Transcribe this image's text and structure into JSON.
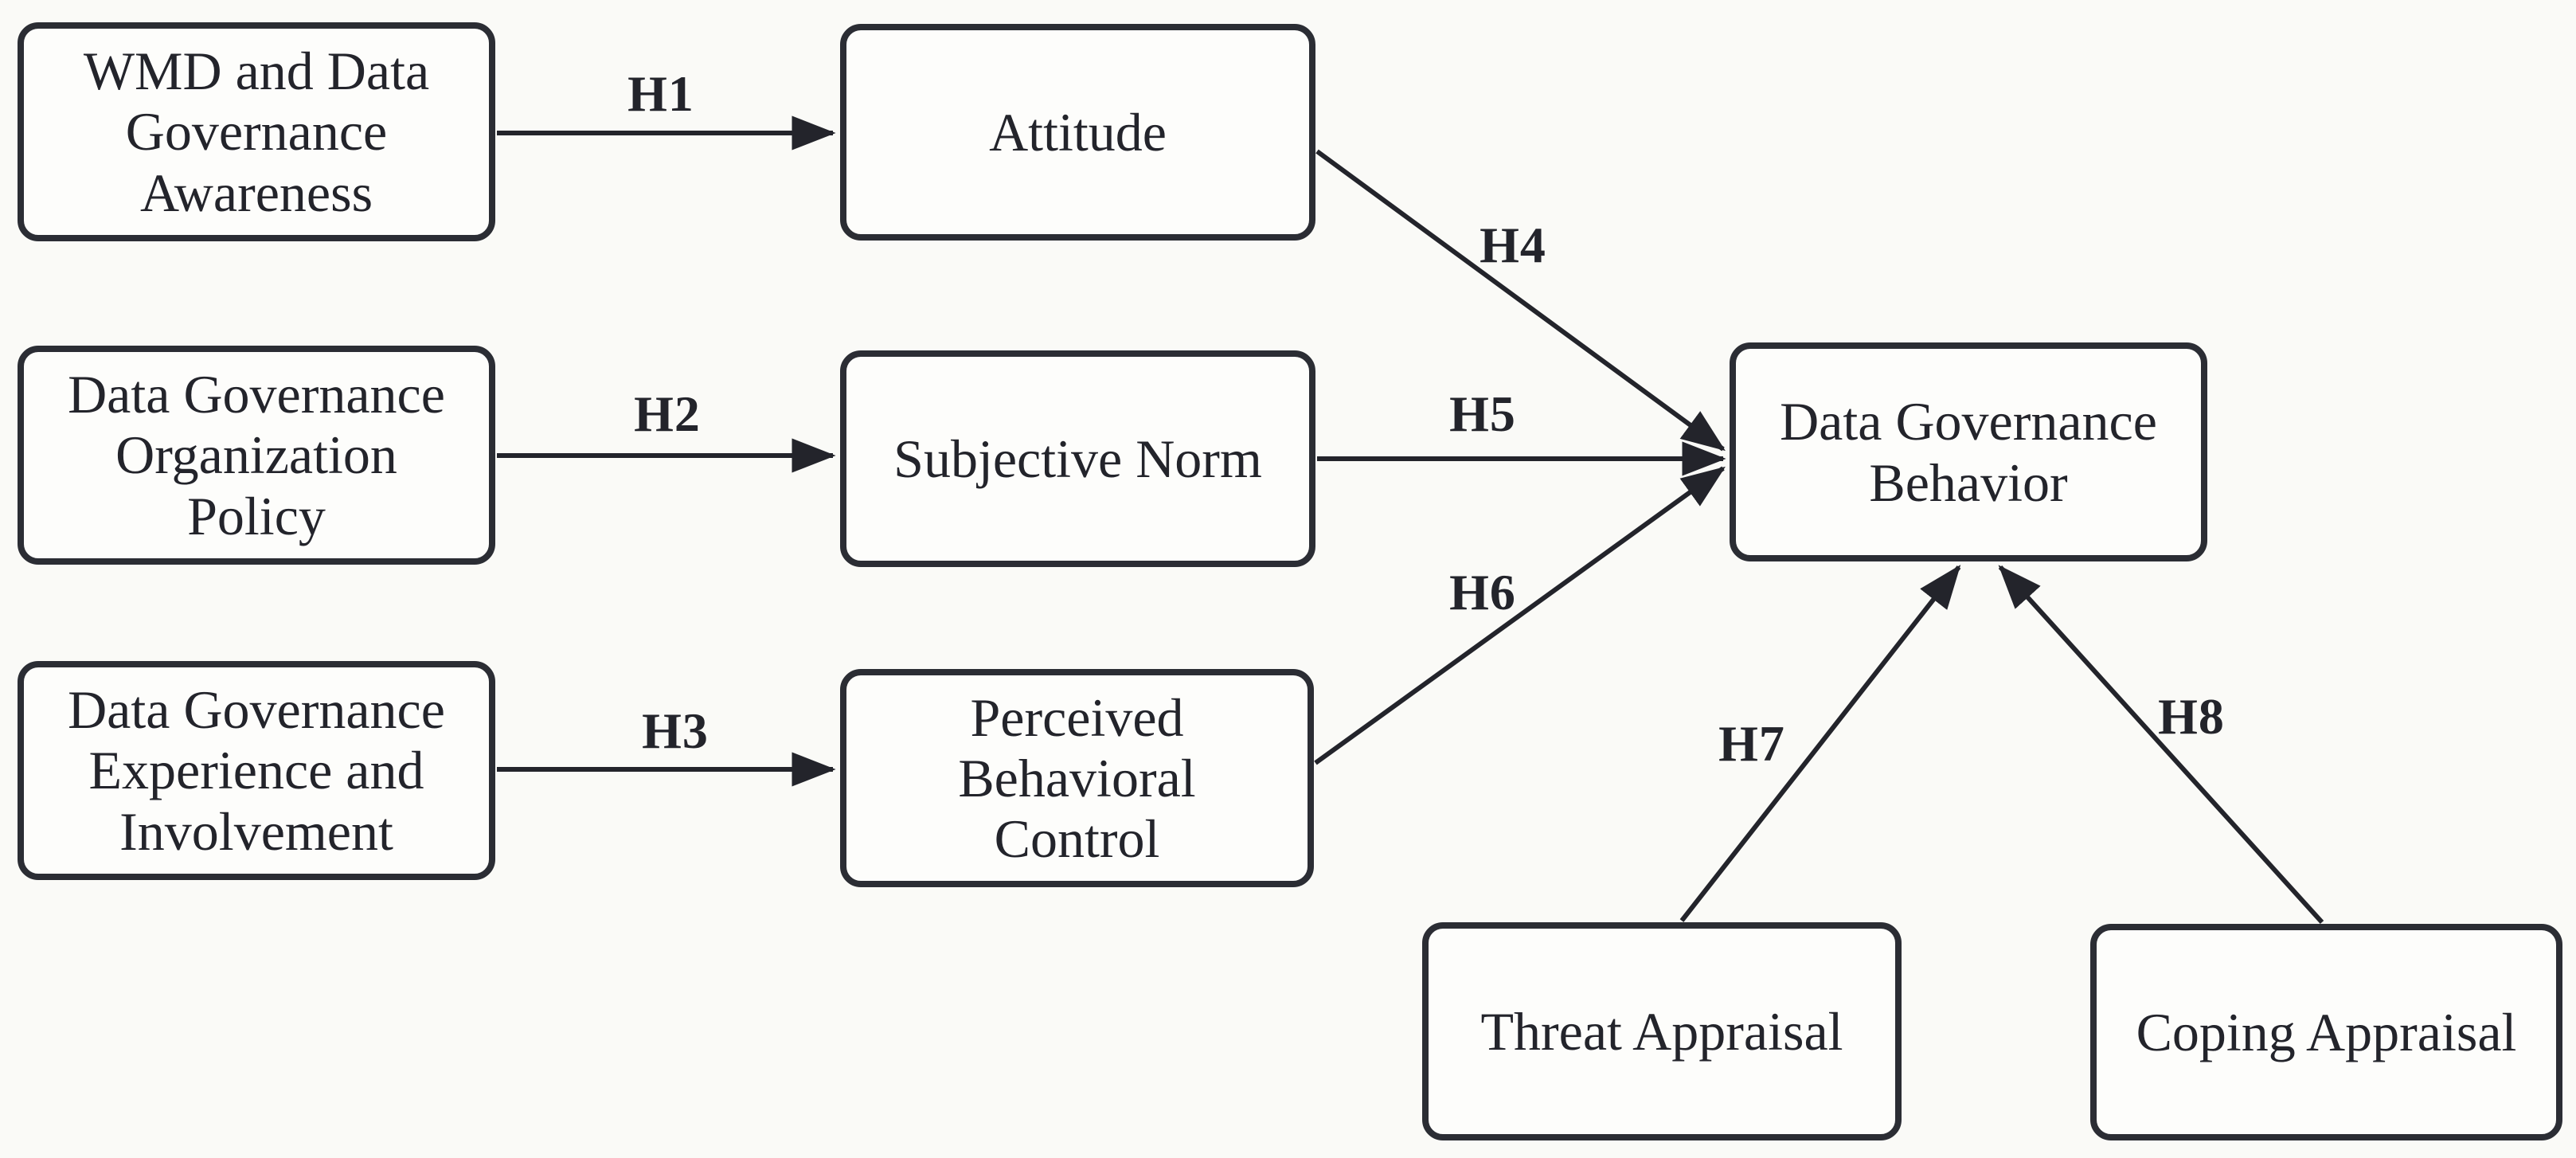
{
  "diagram": {
    "boxes": [
      {
        "id": "wmd_awareness",
        "label": "WMD and Data\nGovernance\nAwareness"
      },
      {
        "id": "attitude",
        "label": "Attitude"
      },
      {
        "id": "organization_policy",
        "label": "Data Governance\nOrganization\nPolicy"
      },
      {
        "id": "subjective_norm",
        "label": "Subjective Norm"
      },
      {
        "id": "experience_involvement",
        "label": "Data Governance\nExperience and\nInvolvement"
      },
      {
        "id": "perceived_behavioral_control",
        "label": "Perceived\nBehavioral\nControl"
      },
      {
        "id": "data_governance_behavior",
        "label": "Data Governance\nBehavior"
      },
      {
        "id": "threat_appraisal",
        "label": "Threat Appraisal"
      },
      {
        "id": "coping_appraisal",
        "label": "Coping Appraisal"
      }
    ],
    "arrows": [
      {
        "id": "h1",
        "label": "H1",
        "from": "wmd_awareness",
        "to": "attitude"
      },
      {
        "id": "h2",
        "label": "H2",
        "from": "organization_policy",
        "to": "subjective_norm"
      },
      {
        "id": "h3",
        "label": "H3",
        "from": "experience_involvement",
        "to": "perceived_behavioral_control"
      },
      {
        "id": "h4",
        "label": "H4",
        "from": "attitude",
        "to": "data_governance_behavior"
      },
      {
        "id": "h5",
        "label": "H5",
        "from": "subjective_norm",
        "to": "data_governance_behavior"
      },
      {
        "id": "h6",
        "label": "H6",
        "from": "perceived_behavioral_control",
        "to": "data_governance_behavior"
      },
      {
        "id": "h7",
        "label": "H7",
        "from": "threat_appraisal",
        "to": "data_governance_behavior"
      },
      {
        "id": "h8",
        "label": "H8",
        "from": "coping_appraisal",
        "to": "data_governance_behavior"
      }
    ],
    "colors": {
      "ink": "#23242b",
      "box_border": "#2b2d34",
      "box_fill": "#fdfdfb",
      "background": "#fafaf7"
    }
  }
}
